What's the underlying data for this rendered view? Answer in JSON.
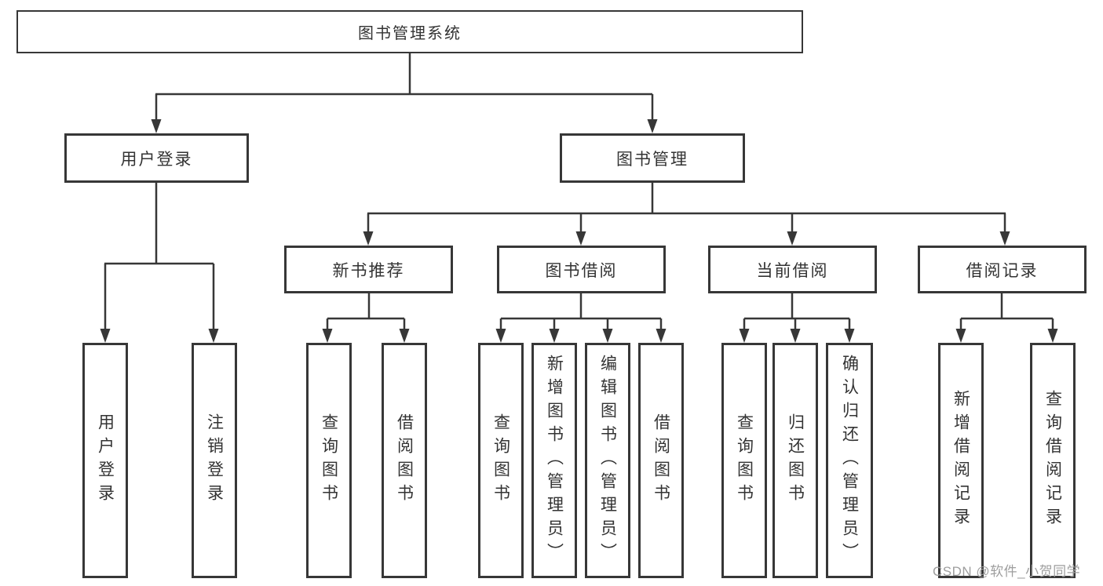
{
  "nodes": {
    "root": "图书管理系统",
    "level2": {
      "user_login": "用户登录",
      "book_management": "图书管理"
    },
    "level3": {
      "new_book_recommend": "新书推荐",
      "book_borrow": "图书借阅",
      "current_borrow": "当前借阅",
      "borrow_record": "借阅记录"
    },
    "leaves": [
      "用户登录",
      "注销登录",
      "查询图书",
      "借阅图书",
      "查询图书",
      "新增图书（管理员）",
      "编辑图书（管理员）",
      "借阅图书",
      "查询图书",
      "归还图书",
      "确认归还（管理员）",
      "新增借阅记录",
      "查询借阅记录"
    ]
  },
  "watermark": "CSDN @软件_小贺同学",
  "colors": {
    "line": "#373737",
    "text": "#333333",
    "background": "#ffffff",
    "watermark": "#9e9e9e"
  }
}
